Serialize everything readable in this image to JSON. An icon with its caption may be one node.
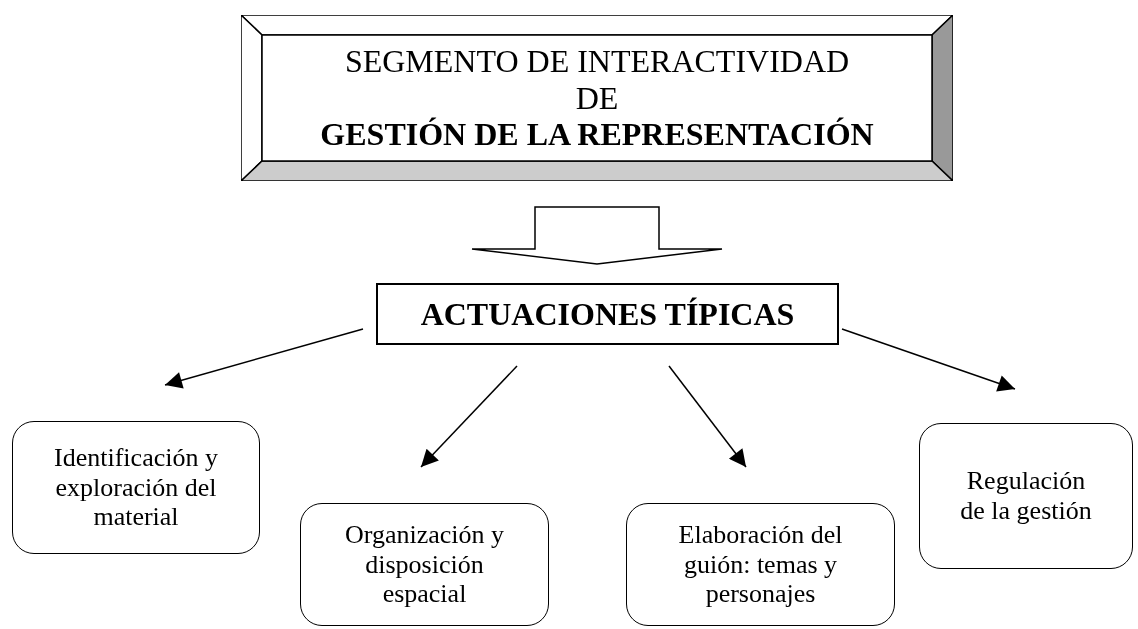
{
  "diagram": {
    "nodes": [
      {
        "text": [
          "SEGMENTO DE INTERACTIVIDAD DE",
          "GESTIÓN DE LA REPRESENTACIÓN"
        ]
      },
      {
        "text": [
          "ACTUACIONES TÍPICAS"
        ]
      },
      {
        "text": [
          "Identificación y exploración del material"
        ]
      },
      {
        "text": [
          "Organización y disposición espacial"
        ]
      },
      {
        "text": [
          "Elaboración del guión: temas y personajes"
        ]
      },
      {
        "text": [
          "Regulación de la gestión"
        ]
      }
    ],
    "edges": [
      {
        "from": 0,
        "to": 1,
        "arrow": "to",
        "style": "thick"
      },
      {
        "from": 1,
        "to": 2,
        "arrow": "to"
      },
      {
        "from": 1,
        "to": 3,
        "arrow": "to"
      },
      {
        "from": 1,
        "to": 4,
        "arrow": "to"
      },
      {
        "from": 1,
        "to": 5,
        "arrow": "to"
      }
    ]
  }
}
